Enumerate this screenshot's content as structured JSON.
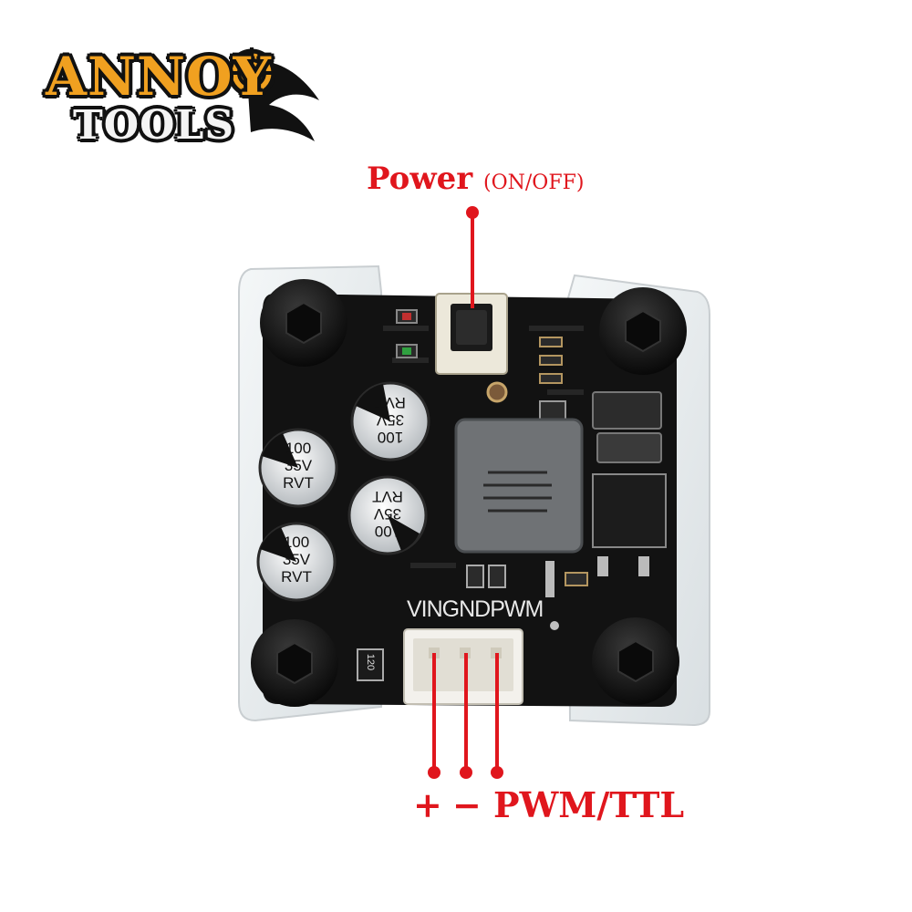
{
  "logo": {
    "line1": "ANNOY",
    "line2": "TOOLS"
  },
  "callouts": {
    "power_main": "Power",
    "power_sub": "(ON/OFF)",
    "pin_plus": "+",
    "pin_minus": "−",
    "pin_pwm": "PWM/TTL"
  },
  "board": {
    "header_label": "VINGNDPWM",
    "capacitor_labels": [
      "100",
      "35V",
      "RVT"
    ],
    "resistor_code": "120"
  },
  "colors": {
    "callout": "#e0161d",
    "board": "#121212",
    "acrylic": "#e7ecee",
    "inductor": "#6f7275",
    "logo_orange": "#f0a020"
  }
}
